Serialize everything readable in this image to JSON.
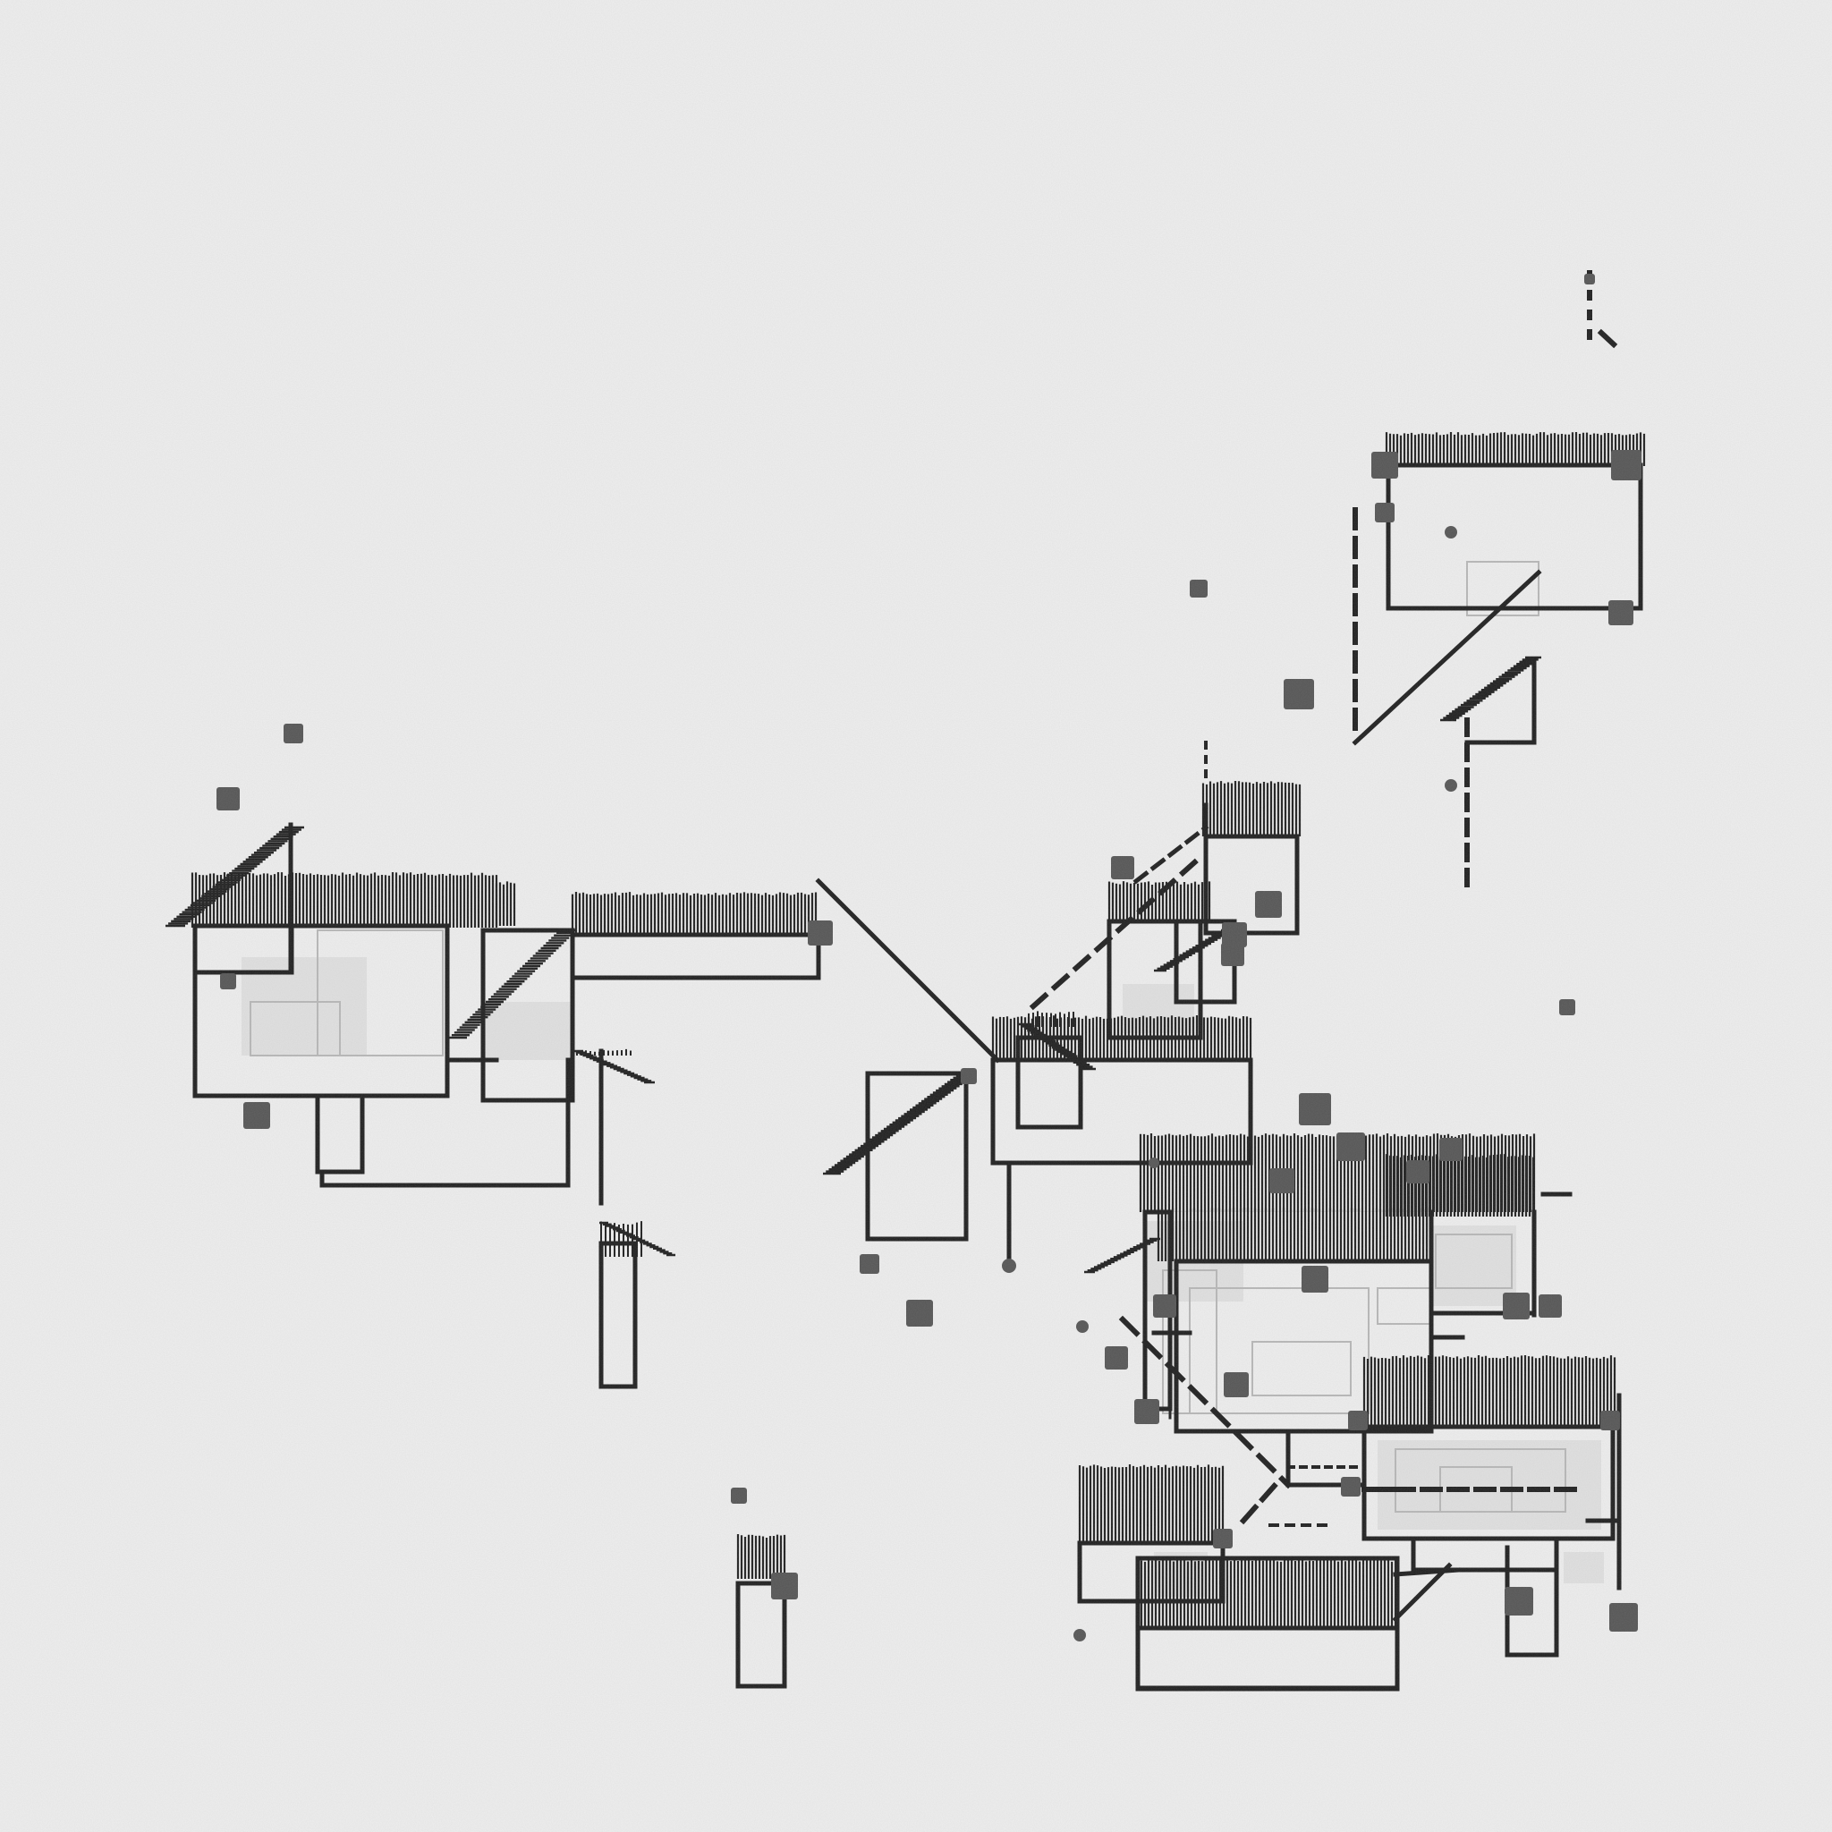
{
  "artwork": {
    "kind": "generative line drawing",
    "palette": {
      "paper": "#efefef",
      "ink": "#1e1e1e",
      "marker": "#555555",
      "ghost": "#b8b8b8"
    },
    "motifs": [
      "outlined-rectangle",
      "hatched-roof-band",
      "slanted-hatched-roof",
      "square-marker",
      "dashed-connector"
    ]
  }
}
